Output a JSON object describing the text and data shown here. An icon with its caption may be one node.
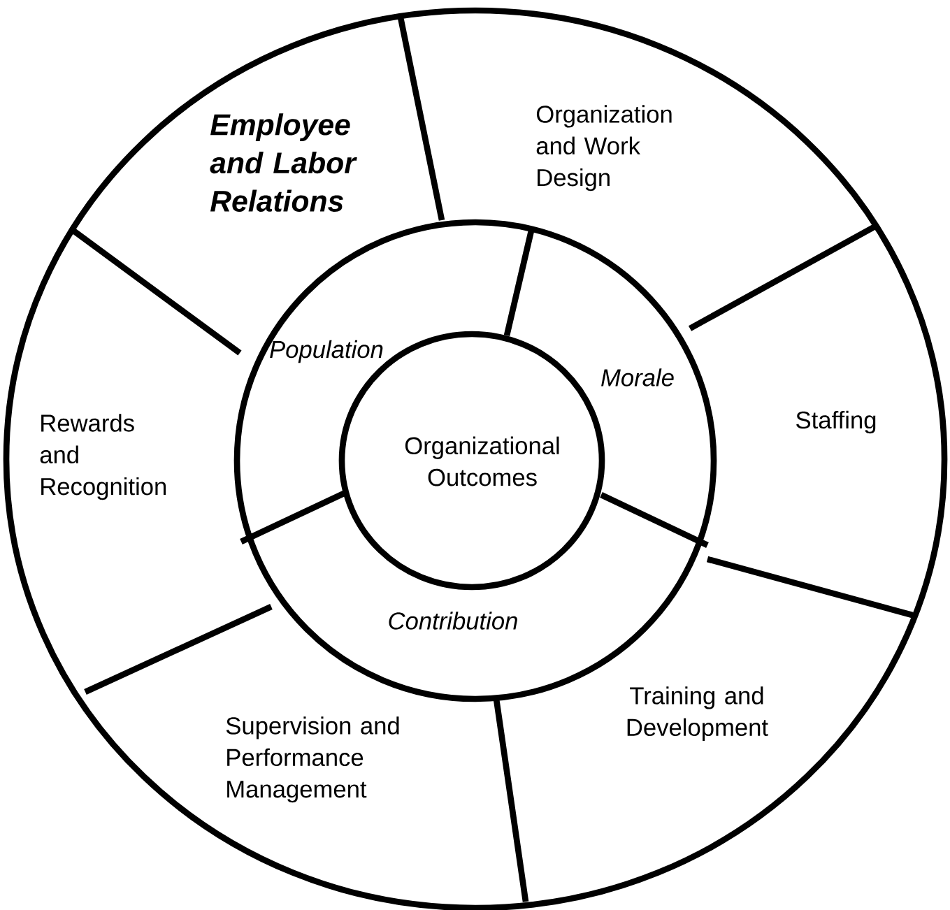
{
  "diagram": {
    "nodes": [
      {
        "text": [
          "Employee and Labor Relations"
        ]
      },
      {
        "text": [
          "Organization and Work Design"
        ]
      },
      {
        "text": [
          "Population"
        ]
      },
      {
        "text": [
          "Morale"
        ]
      },
      {
        "text": [
          "Staffing"
        ]
      },
      {
        "text": [
          "Rewards and Recognition"
        ]
      },
      {
        "text": [
          "Organizational Outcomes"
        ]
      },
      {
        "text": [
          "Contribution"
        ]
      },
      {
        "text": [
          "Training and Development"
        ]
      },
      {
        "text": [
          "Supervision and Performance Management"
        ]
      }
    ]
  }
}
